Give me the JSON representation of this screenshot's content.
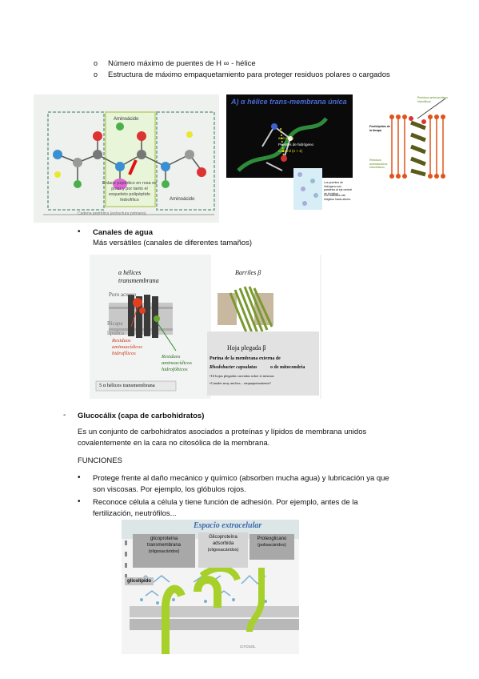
{
  "top_list": [
    "Número máximo de puentes de H ∞ - hélice",
    "Estructura de máximo empaquetamiento para proteger residuos polares o cargados"
  ],
  "fig1": {
    "left_labels": [
      "Aminoácido",
      "Aminoácido",
      "Enlace peptídico en rosa es polar y por tanto el esqueleto polipéptido hidrofílico",
      "Cadena peptídica (estructura primaria)"
    ],
    "mid_title": "A) α hélice trans-membrana única",
    "mid_labels": [
      "amino (n)",
      "Puentes de hidrógeno",
      "carbonil (n + 4)"
    ],
    "mid_caption_title": "α-hélice",
    "mid_caption": [
      "Los puentes de hidrógeno son paralelos al eje central de la hélice",
      "Los radicales van dirigidos hacia afuera"
    ],
    "right_labels": [
      "Residuos aminoacídicos hidrofílicos",
      "Fosfolípidos de la bicapa",
      "Residuos aminoacídicos hidrofóbicos"
    ]
  },
  "canales": {
    "title": "Canales de agua",
    "subtitle": "Más versátiles (canales de diferentes tamaños)"
  },
  "fig2": {
    "left_title": "α hélices transmembrana",
    "poro": "Poro acuoso",
    "bicapa": "Bicapa lipídica",
    "hidrofilicos": "Residuos aminoacídicos hidrofílicos",
    "hidrofobicos": "Residuos aminoacídicos hidrofóbicos",
    "left_caption": "5 α hélices transmembrana",
    "right_title": "Barriles β",
    "hoja": "Hoja plegada β",
    "porina_title": "Porina de la membrana externa de",
    "porina_species": "Rhodobacter capsulatus",
    "porina_suffix": "o de mitocondria",
    "porina_notes": [
      "•16 hojas plegadas curvadas sobre sí mismas",
      "•Canales muy anchos – empaquetamiento?"
    ]
  },
  "glucocalix": {
    "title": "Glucocálix (capa de carbohidratos)",
    "para": [
      "Es un conjunto de carbohidratos asociados a proteínas y lípidos de membrana unidos",
      "covalentemente en la cara no citosólica de la membrana."
    ],
    "funciones": "FUNCIONES",
    "items": [
      [
        "Protege frente al daño mecánico y químico (absorben mucha agua) y lubricación ya que",
        "son viscosas. Por ejemplo, los glóbulos rojos."
      ],
      [
        "Reconoce célula a célula y tiene función de adhesión. Por ejemplo, antes de la",
        "fertilización, neutrófilos..."
      ]
    ]
  },
  "fig3": {
    "title": "Espacio extracelular",
    "labels": [
      [
        "glicoproteína",
        "transmembrana",
        "(oligosacáridos)"
      ],
      [
        "Glicoproteína",
        "adsorbida",
        "(oligosacáridos)"
      ],
      [
        "Proteoglicano",
        "(polisacáridos)"
      ]
    ],
    "glicolipido": "glicolípido",
    "citosol": "CITOSOL"
  }
}
